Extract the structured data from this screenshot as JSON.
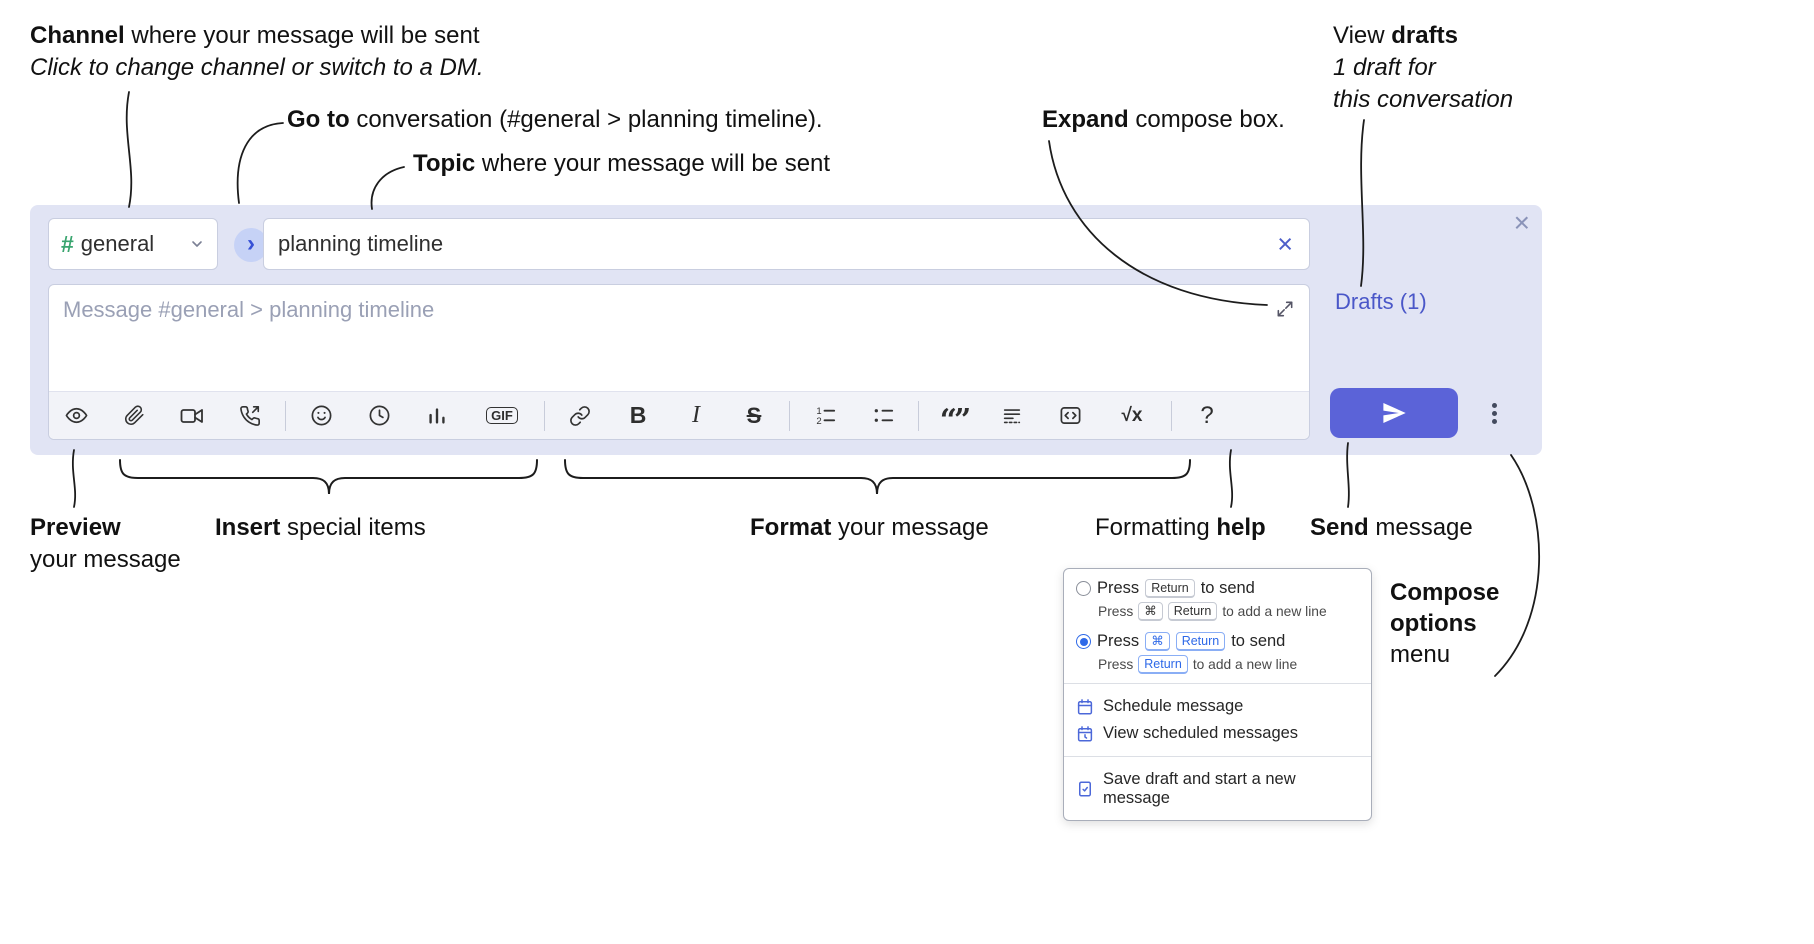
{
  "annotations": {
    "channel_bold": "Channel",
    "channel_rest": " where your message will be sent",
    "channel_italic": "Click to change channel or switch to a DM.",
    "goto_bold": "Go to",
    "goto_rest": " conversation (#general > planning timeline).",
    "topic_bold": "Topic",
    "topic_rest": " where your message will be sent",
    "expand_bold": "Expand",
    "expand_rest": " compose box.",
    "drafts_pre": "View ",
    "drafts_bold": "drafts",
    "drafts_italic_1": "1 draft for",
    "drafts_italic_2": "this conversation",
    "preview_bold": "Preview",
    "preview_rest": "your message",
    "insert_bold": "Insert",
    "insert_rest": " special items",
    "format_bold": "Format",
    "format_rest": " your message",
    "help_pre": "Formatting ",
    "help_bold": "help",
    "send_bold": "Send",
    "send_rest": " message",
    "compose_options_bold_1": "Compose",
    "compose_options_bold_2": "options",
    "compose_options_rest": "menu"
  },
  "compose": {
    "channel_hash": "#",
    "channel_name": "general",
    "topic_value": "planning timeline",
    "message_placeholder": "Message #general > planning timeline",
    "drafts_label": "Drafts (1)"
  },
  "toolbar": {
    "gif_label": "GIF",
    "bold_label": "B",
    "italic_label": "I",
    "strike_label": "S",
    "quote_glyph": "“”",
    "math_label": "√x",
    "help_label": "?",
    "ol_1": "1",
    "ol_2": "2"
  },
  "icons": {
    "chevron_down": "⌄",
    "chevron_right": "›",
    "clear_topic": "×",
    "close": "×"
  },
  "menu": {
    "press": "Press",
    "key_cmd": "⌘",
    "key_return": "Return",
    "to_send": "to send",
    "add_new_line": "to add a new line",
    "schedule": "Schedule message",
    "view_scheduled": "View scheduled messages",
    "save_draft": "Save draft and start a new message"
  },
  "colors": {
    "accent": "#5b63d8",
    "compose_bg": "#e1e4f4",
    "link": "#4a57c8",
    "hash_green": "#3aa56f",
    "menu_blue": "#2e69e8"
  }
}
